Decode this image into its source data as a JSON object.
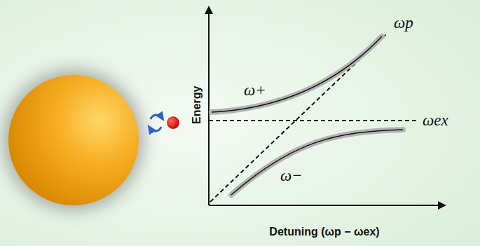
{
  "diagram": {
    "labels": [
      "ωp",
      "ω+",
      "ωex",
      "ω−",
      "Energy",
      "Detuning (ωp − ωex)"
    ]
  }
}
